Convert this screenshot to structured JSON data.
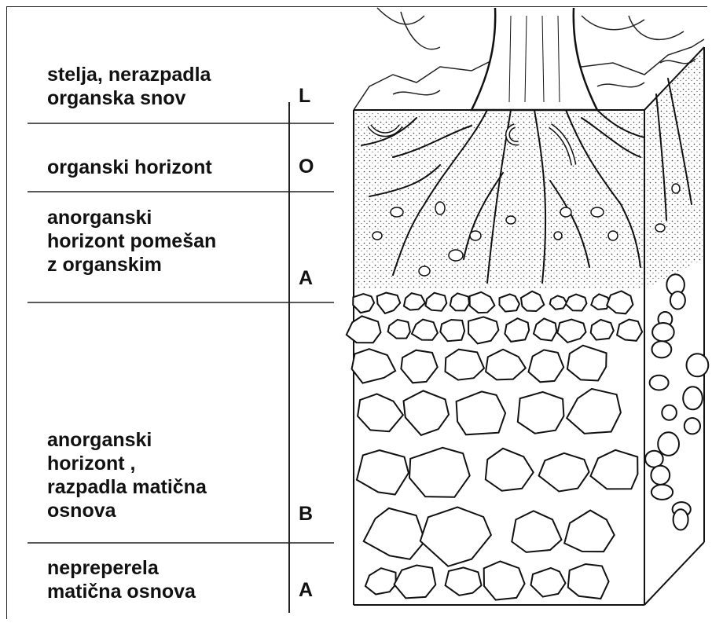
{
  "layers": [
    {
      "description": "stelja, nerazpadla\norganska snov",
      "code": "L"
    },
    {
      "description": "organski horizont",
      "code": "O"
    },
    {
      "description": "anorganski\nhorizont pomešan\nz organskim",
      "code": "A"
    },
    {
      "description": "anorganski\nhorizont ,\nrazpadla matična\nosnova",
      "code": "B"
    },
    {
      "description": "nepreperela\nmatična osnova",
      "code": "A"
    }
  ]
}
